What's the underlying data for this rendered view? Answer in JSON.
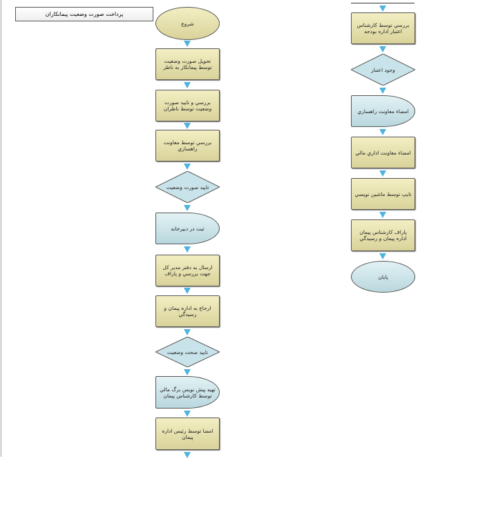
{
  "title": "پرداخت صورت وضعيت پيمانكاران",
  "left": [
    "شروع",
    "تحويل صورت وضعيت توسط پيمانكار به ناظر",
    "بررسي و تاييد صورت وضعيت توسط ناظران",
    "بررسي توسط معاونت راهسازي",
    "تاييد صورت وضعيت",
    "ثبت در دبيرخانه",
    "ارسال به دفتر مدير كل جهت بررسي و پاراف",
    "ارجاع به اداره پيمان و رسيدگي",
    "تاييد صحت وضعيت",
    "تهيه پيش نويس برگ مالي توسط كارشناس پيمان",
    "امضا توسط رئيس اداره پيمان"
  ],
  "right": [
    "بررسي توسط كارشناس اعتبار اداره بودجه",
    "وجود اعتبار",
    "امضاء معاونت راهسازي",
    "امضاء معاونت اداري مالي",
    "تايپ توسط ماشين نويسي",
    "پاراف كارشناس پيمان اداره پيمان و رسيدگي",
    "پايان"
  ],
  "colors": {
    "process": "#e6e0aa",
    "decision": "#cde6ec",
    "arrow": "#4fb3de"
  }
}
